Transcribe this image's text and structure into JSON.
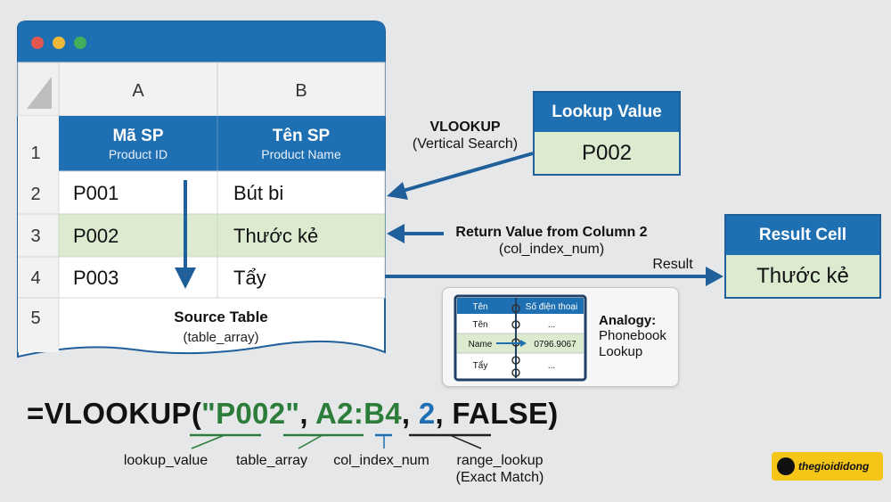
{
  "sheet": {
    "columns": [
      "A",
      "B"
    ],
    "rows": [
      "1",
      "2",
      "3",
      "4",
      "5"
    ],
    "header": {
      "a_title": "Mã SP",
      "a_sub": "Product ID",
      "b_title": "Tên SP",
      "b_sub": "Product Name"
    },
    "data": [
      {
        "a": "P001",
        "b": "Bút bi"
      },
      {
        "a": "P002",
        "b": "Thước kẻ"
      },
      {
        "a": "P003",
        "b": "Tẩy"
      }
    ],
    "source_title": "Source Table",
    "source_sub": "(table_array)"
  },
  "lookup_box": {
    "title": "Lookup Value",
    "value": "P002"
  },
  "result_box": {
    "title": "Result Cell",
    "value": "Thước kẻ"
  },
  "labels": {
    "vlookup": "VLOOKUP",
    "vertical": "(Vertical Search)",
    "return_value": "Return Value from Column 2",
    "col_index": "(col_index_num)",
    "result": "Result"
  },
  "analogy": {
    "col1": "Tên",
    "col2": "Số điện thoại",
    "rows": [
      {
        "name": "Tên",
        "phone": "..."
      },
      {
        "name": "Name",
        "phone": "0796.9067"
      },
      {
        "name": "Tẩy",
        "phone": "..."
      }
    ],
    "title": "Analogy:",
    "line2": "Phonebook",
    "line3": "Lookup"
  },
  "formula": {
    "prefix": "=VLOOKUP(",
    "arg1": "\"P002\"",
    "sep1": ", ",
    "arg2": "A2:B4",
    "sep2": ", ",
    "arg3": "2",
    "sep3": ", ",
    "arg4": "FALSE",
    "suffix": ")"
  },
  "args": {
    "lookup_value": "lookup_value",
    "table_array": "table_array",
    "col_index_num": "col_index_num",
    "range_lookup": "range_lookup",
    "exact_match": "(Exact Match)"
  },
  "logo": {
    "text": "thegioididong"
  },
  "colors": {
    "accent_blue": "#1f6fb3",
    "header_blue": "#1f6fb3",
    "highlight_green": "#dcebd0",
    "formula_green": "#2d7d3a",
    "logo_yellow": "#f5c518"
  }
}
